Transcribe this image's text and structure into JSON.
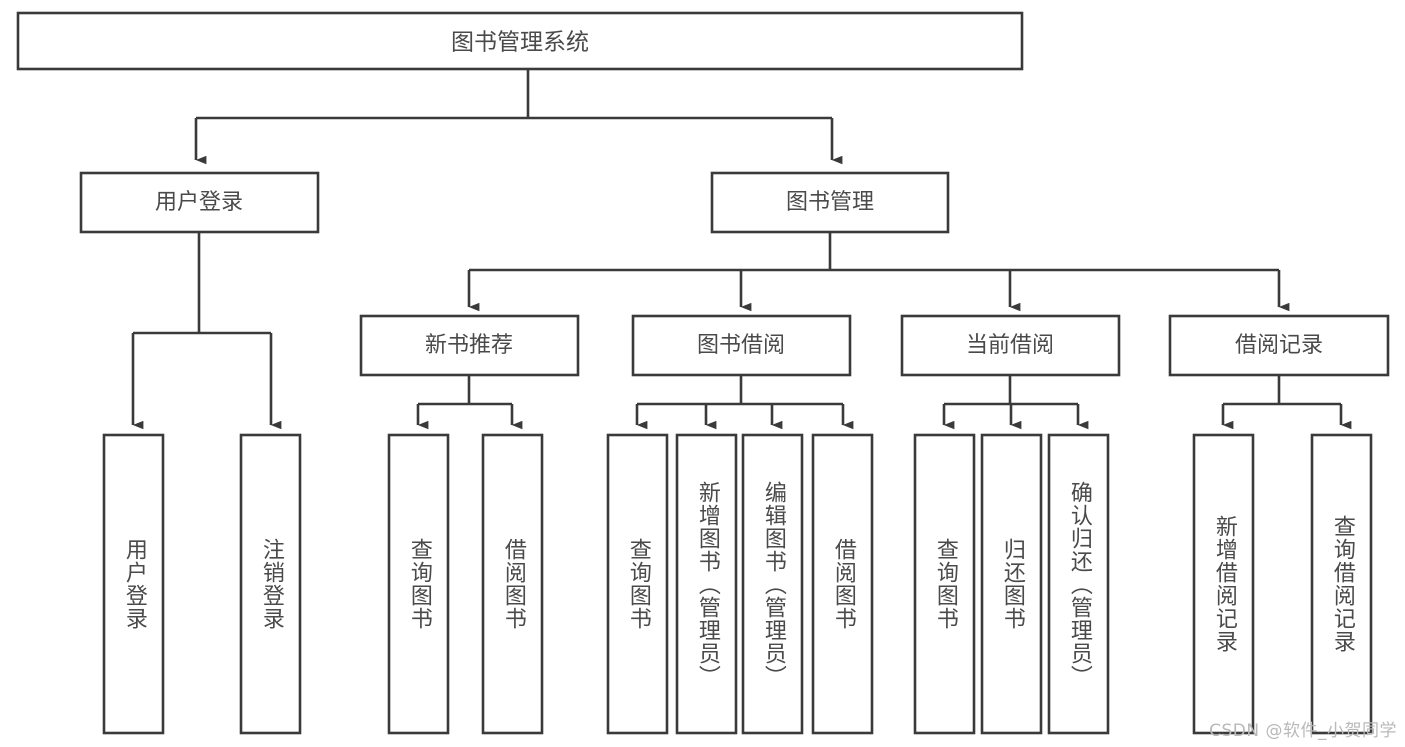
{
  "diagram": {
    "type": "tree",
    "title": "图书管理系统",
    "watermark": "CSDN @软件_小贺同学",
    "colors": {
      "box_fill": "#ffffff",
      "box_stroke": "#3a3a3a",
      "text": "#4a4a4a",
      "watermark": "#b9b9b9",
      "background": "#ffffff"
    },
    "levels": {
      "root": {
        "label": "图书管理系统"
      },
      "level1": [
        {
          "id": "user-login",
          "label": "用户登录"
        },
        {
          "id": "book-management",
          "label": "图书管理"
        }
      ],
      "level2": [
        {
          "id": "new-book-recommend",
          "label": "新书推荐",
          "parent": "book-management"
        },
        {
          "id": "book-borrow",
          "label": "图书借阅",
          "parent": "book-management"
        },
        {
          "id": "current-borrow",
          "label": "当前借阅",
          "parent": "book-management"
        },
        {
          "id": "borrow-record",
          "label": "借阅记录",
          "parent": "book-management"
        }
      ],
      "leaves": [
        {
          "id": "leaf-user-login",
          "label": "用户登录",
          "parent": "user-login"
        },
        {
          "id": "leaf-user-logout",
          "label": "注销登录",
          "parent": "user-login"
        },
        {
          "id": "leaf-query-book-1",
          "label": "查询图书",
          "parent": "new-book-recommend"
        },
        {
          "id": "leaf-borrow-book-1",
          "label": "借阅图书",
          "parent": "new-book-recommend"
        },
        {
          "id": "leaf-query-book-2",
          "label": "查询图书",
          "parent": "book-borrow"
        },
        {
          "id": "leaf-add-book",
          "label": "新增图书（管理员）",
          "parent": "book-borrow"
        },
        {
          "id": "leaf-edit-book",
          "label": "编辑图书（管理员）",
          "parent": "book-borrow"
        },
        {
          "id": "leaf-borrow-book-2",
          "label": "借阅图书",
          "parent": "book-borrow"
        },
        {
          "id": "leaf-query-book-3",
          "label": "查询图书",
          "parent": "current-borrow"
        },
        {
          "id": "leaf-return-book",
          "label": "归还图书",
          "parent": "current-borrow"
        },
        {
          "id": "leaf-confirm-return",
          "label": "确认归还（管理员）",
          "parent": "current-borrow"
        },
        {
          "id": "leaf-add-record",
          "label": "新增借阅记录",
          "parent": "borrow-record"
        },
        {
          "id": "leaf-query-record",
          "label": "查询借阅记录",
          "parent": "borrow-record"
        }
      ]
    }
  }
}
